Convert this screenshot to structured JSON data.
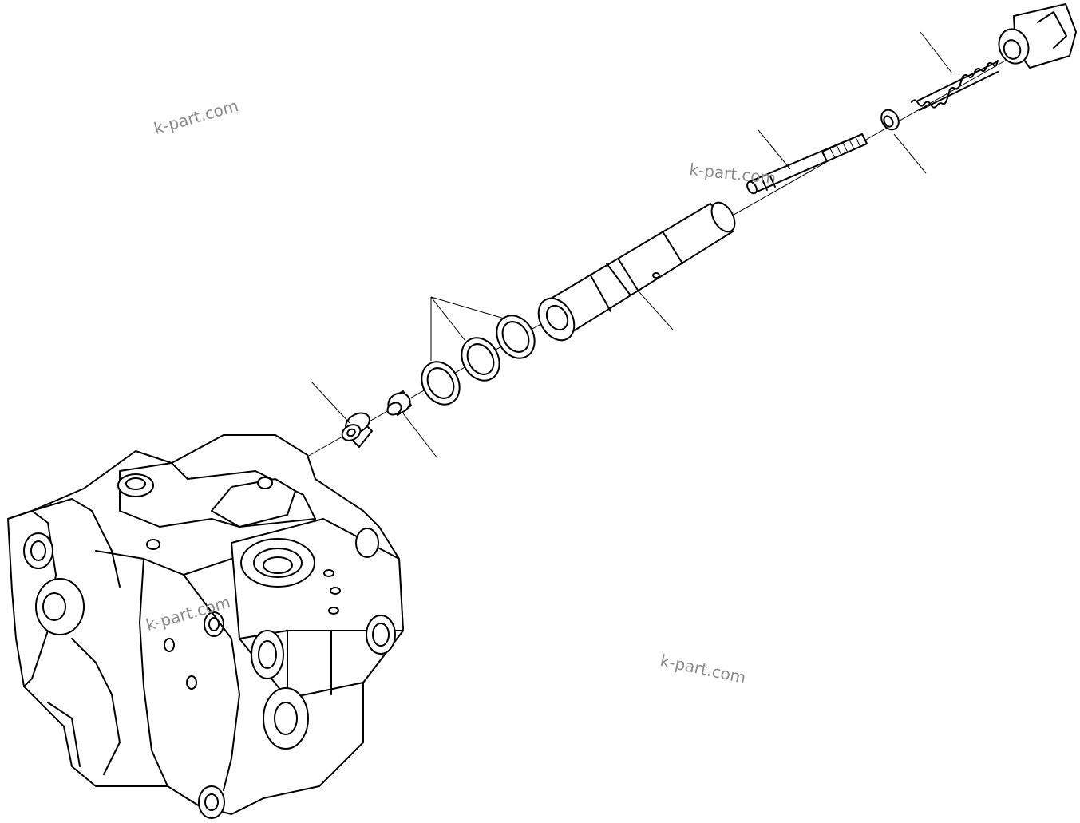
{
  "watermarks": [
    "k-part.com",
    "k-part.com",
    "k-part.com",
    "k-part.com"
  ],
  "parts": [
    {
      "name": "pump-body"
    },
    {
      "name": "bushing"
    },
    {
      "name": "plug"
    },
    {
      "name": "seal-ring"
    },
    {
      "name": "seal-ring"
    },
    {
      "name": "seal-ring"
    },
    {
      "name": "sleeve"
    },
    {
      "name": "spool"
    },
    {
      "name": "washer"
    },
    {
      "name": "spring"
    },
    {
      "name": "cap-plug"
    }
  ]
}
